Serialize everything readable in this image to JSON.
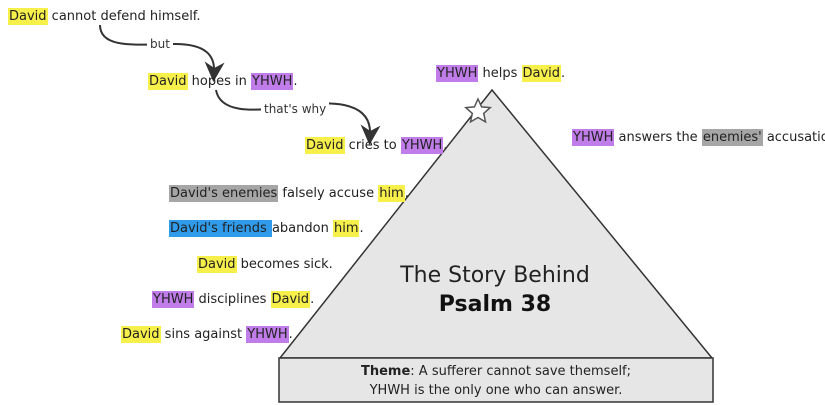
{
  "colors": {
    "yellow": "#f8f04a",
    "purple": "#c07ce8",
    "gray": "#a6a6a6",
    "blue": "#2f9bea",
    "triangle_fill": "#e6e6e6",
    "triangle_stroke": "#333333"
  },
  "statements": [
    {
      "id": "s1",
      "segments": [
        {
          "text": "David",
          "hl": "yellow"
        },
        {
          "text": " cannot defend himself.",
          "hl": ""
        }
      ]
    },
    {
      "id": "s2",
      "segments": [
        {
          "text": "David",
          "hl": "yellow"
        },
        {
          "text": " hopes in ",
          "hl": ""
        },
        {
          "text": "YHWH",
          "hl": "purple"
        },
        {
          "text": ".",
          "hl": ""
        }
      ]
    },
    {
      "id": "s3",
      "segments": [
        {
          "text": "David",
          "hl": "yellow"
        },
        {
          "text": " cries to ",
          "hl": ""
        },
        {
          "text": "YHWH",
          "hl": "purple"
        },
        {
          "text": ".",
          "hl": ""
        }
      ]
    },
    {
      "id": "s4",
      "segments": [
        {
          "text": "YHWH",
          "hl": "purple"
        },
        {
          "text": " helps ",
          "hl": ""
        },
        {
          "text": "David",
          "hl": "yellow"
        },
        {
          "text": ".",
          "hl": ""
        }
      ]
    },
    {
      "id": "s5",
      "segments": [
        {
          "text": "YHWH",
          "hl": "purple"
        },
        {
          "text": " answers the ",
          "hl": ""
        },
        {
          "text": "enemies'",
          "hl": "gray"
        },
        {
          "text": " accusations.",
          "hl": ""
        }
      ]
    },
    {
      "id": "s6",
      "segments": [
        {
          "text": "David's enemies",
          "hl": "gray"
        },
        {
          "text": " falsely accuse ",
          "hl": ""
        },
        {
          "text": "him",
          "hl": "yellow"
        },
        {
          "text": ".",
          "hl": ""
        }
      ]
    },
    {
      "id": "s7",
      "segments": [
        {
          "text": "David's friends ",
          "hl": "blue"
        },
        {
          "text": "abandon ",
          "hl": ""
        },
        {
          "text": "him",
          "hl": "yellow"
        },
        {
          "text": ".",
          "hl": ""
        }
      ]
    },
    {
      "id": "s8",
      "segments": [
        {
          "text": "David",
          "hl": "yellow"
        },
        {
          "text": " becomes sick.",
          "hl": ""
        }
      ]
    },
    {
      "id": "s9",
      "segments": [
        {
          "text": "YHWH",
          "hl": "purple"
        },
        {
          "text": " disciplines ",
          "hl": ""
        },
        {
          "text": "David",
          "hl": "yellow"
        },
        {
          "text": ".",
          "hl": ""
        }
      ]
    },
    {
      "id": "s10",
      "segments": [
        {
          "text": "David",
          "hl": "yellow"
        },
        {
          "text": " sins against ",
          "hl": ""
        },
        {
          "text": "YHWH",
          "hl": "purple"
        },
        {
          "text": ".",
          "hl": ""
        }
      ]
    }
  ],
  "connectors": {
    "but": "but",
    "thats_why": "that's why"
  },
  "title": {
    "line1": "The Story Behind",
    "line2": "Psalm 38"
  },
  "theme": {
    "label": "Theme",
    "line1": ": A sufferer cannot save themself;",
    "line2": "YHWH is the only one who can answer."
  },
  "icons": {
    "apex": "star-icon"
  }
}
